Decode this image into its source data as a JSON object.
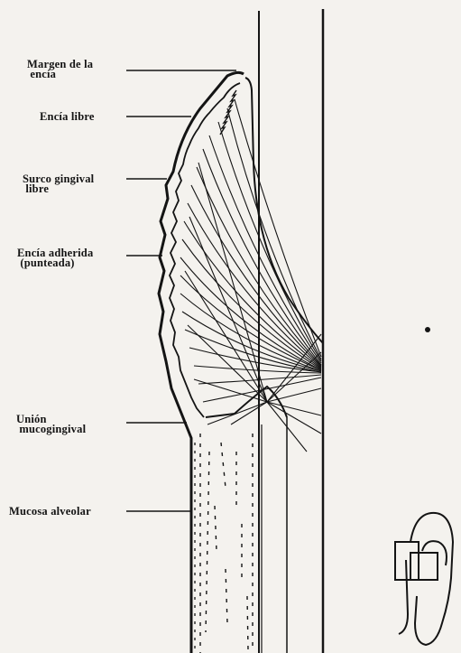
{
  "labels": {
    "gingival_margin": "Margen de la\n encía",
    "free_gingiva": "Encía libre",
    "free_gingival_groove": "Surco gingival\n libre",
    "attached_gingiva": "Encía adherida\n (punteada)",
    "mucogingival_junction": "Unión\n mucogingival",
    "alveolar_mucosa": "Mucosa alveolar"
  },
  "colors": {
    "ink": "#141414",
    "paper": "#f4f2ee"
  }
}
